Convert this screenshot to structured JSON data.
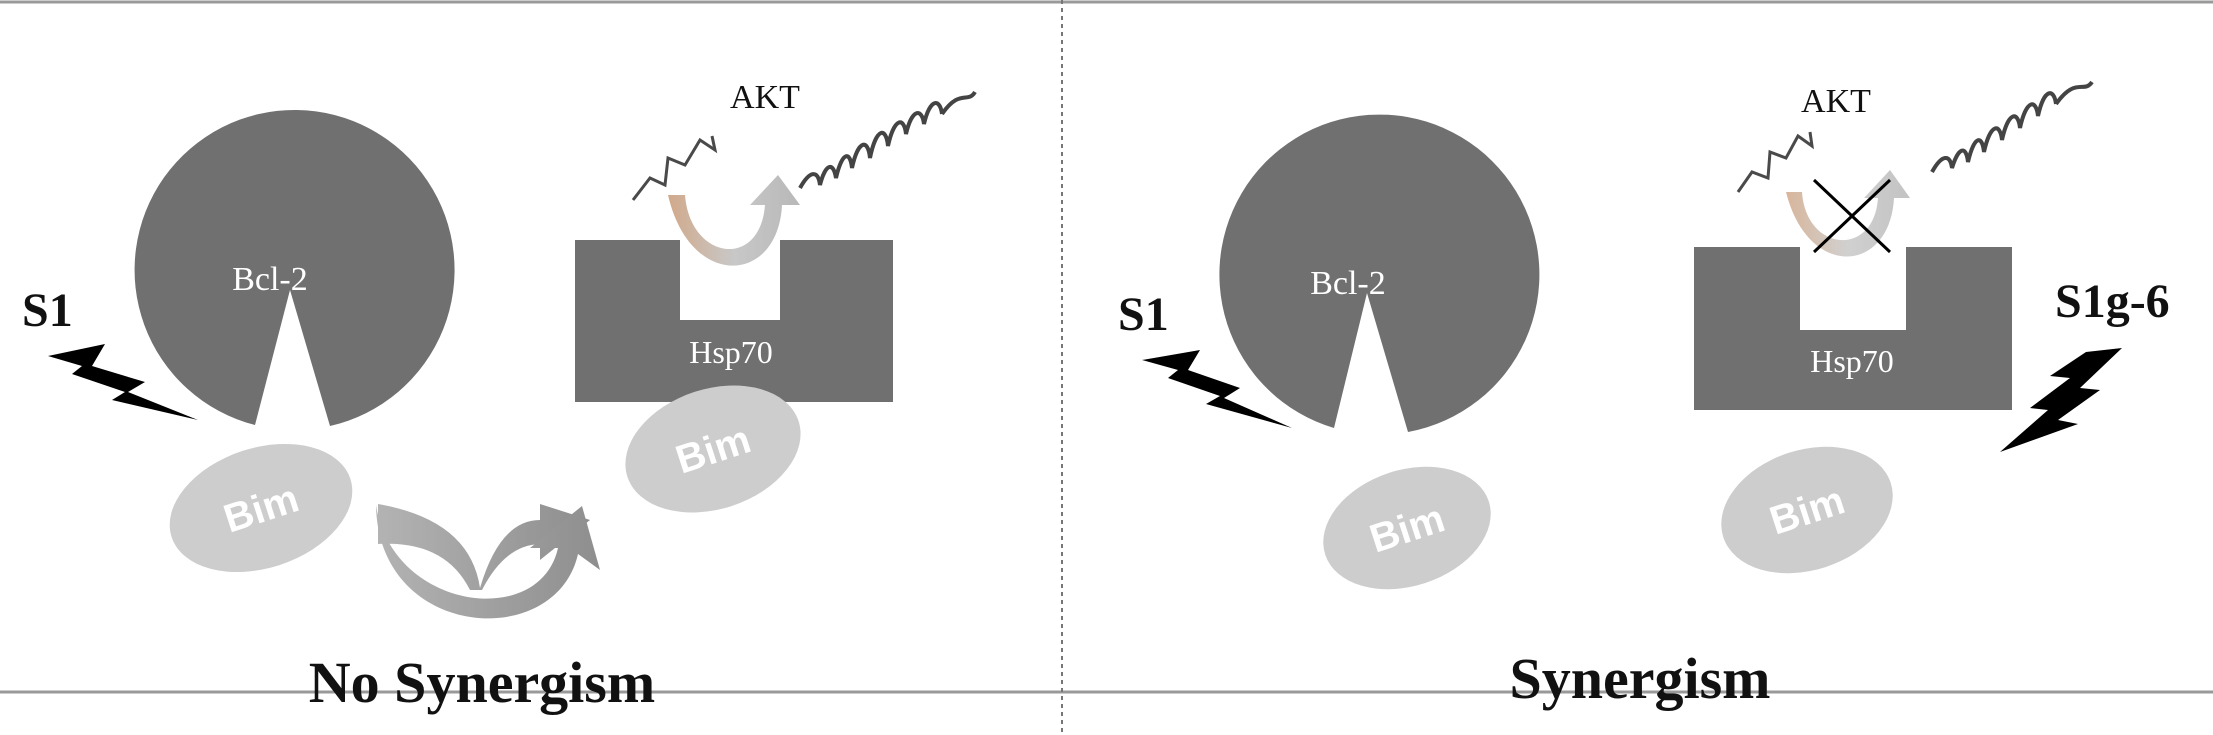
{
  "colors": {
    "shape_dark": "#707070",
    "bim_fill": "#cdcdcd",
    "arrow_gradient": [
      "#b3b3b3",
      "#8e8e8e"
    ],
    "bolt": "#000000",
    "frame": "#999999"
  },
  "panels": {
    "left": {
      "caption": "No Synergism",
      "stimulus_label": "S1",
      "akt_label": "AKT",
      "bcl2_label": "Bcl-2",
      "hsp70_label": "Hsp70",
      "bim_free_label": "Bim",
      "bim_bound_label": "Bim"
    },
    "right": {
      "caption": "Synergism",
      "stimulus_label": "S1",
      "second_stimulus_label": "S1g-6",
      "akt_label": "AKT",
      "bcl2_label": "Bcl-2",
      "hsp70_label": "Hsp70",
      "bim_free_label": "Bim",
      "bim_hsp_label": "Bim"
    }
  },
  "icons": {
    "lightning": "lightning-bolt-icon",
    "protein_helix": "protein-helix-icon",
    "blocked": "cross-mark-icon",
    "transfer_arrow": "curved-arrow-icon"
  }
}
